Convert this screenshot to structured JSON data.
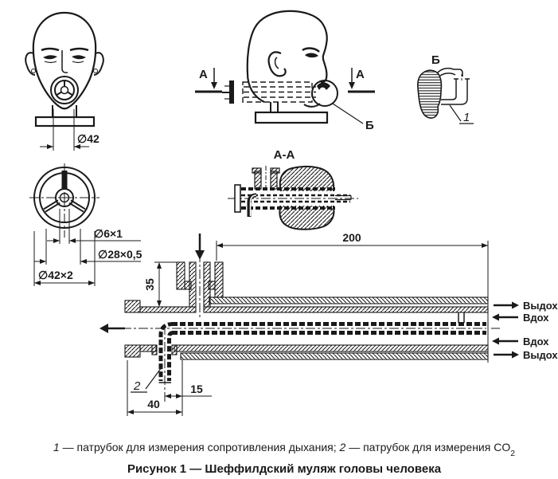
{
  "colors": {
    "ink": "#1a1a1a",
    "background": "#ffffff"
  },
  "views": {
    "front": {
      "dim_diameter": "∅42"
    },
    "side": {
      "section_left": "А",
      "section_right": "А",
      "detail_ref": "Б"
    },
    "detail_b": {
      "title": "Б",
      "part1": "1"
    },
    "section_aa": {
      "title": "А-А"
    },
    "wheel": {
      "dim_inner": "∅6×1",
      "dim_mid": "∅28×0,5",
      "dim_outer": "∅42×2"
    },
    "assembly": {
      "dim_length": "200",
      "dim_height": "35",
      "dim_offset_small": "15",
      "dim_offset_large": "40",
      "part2": "2",
      "flows": [
        {
          "label": "Выдох",
          "direction": "right"
        },
        {
          "label": "Вдох",
          "direction": "left"
        },
        {
          "label": "Вдох",
          "direction": "left"
        },
        {
          "label": "Выдох",
          "direction": "right"
        }
      ]
    }
  },
  "legend": {
    "part1_num": "1",
    "part1_text": " — патрубок для измерения сопротивления дыхания; ",
    "part2_num": "2",
    "part2_text": " — патрубок для измерения CO",
    "co2_sub": "2"
  },
  "caption": "Рисунок 1 — Шеффилдский муляж головы человека"
}
